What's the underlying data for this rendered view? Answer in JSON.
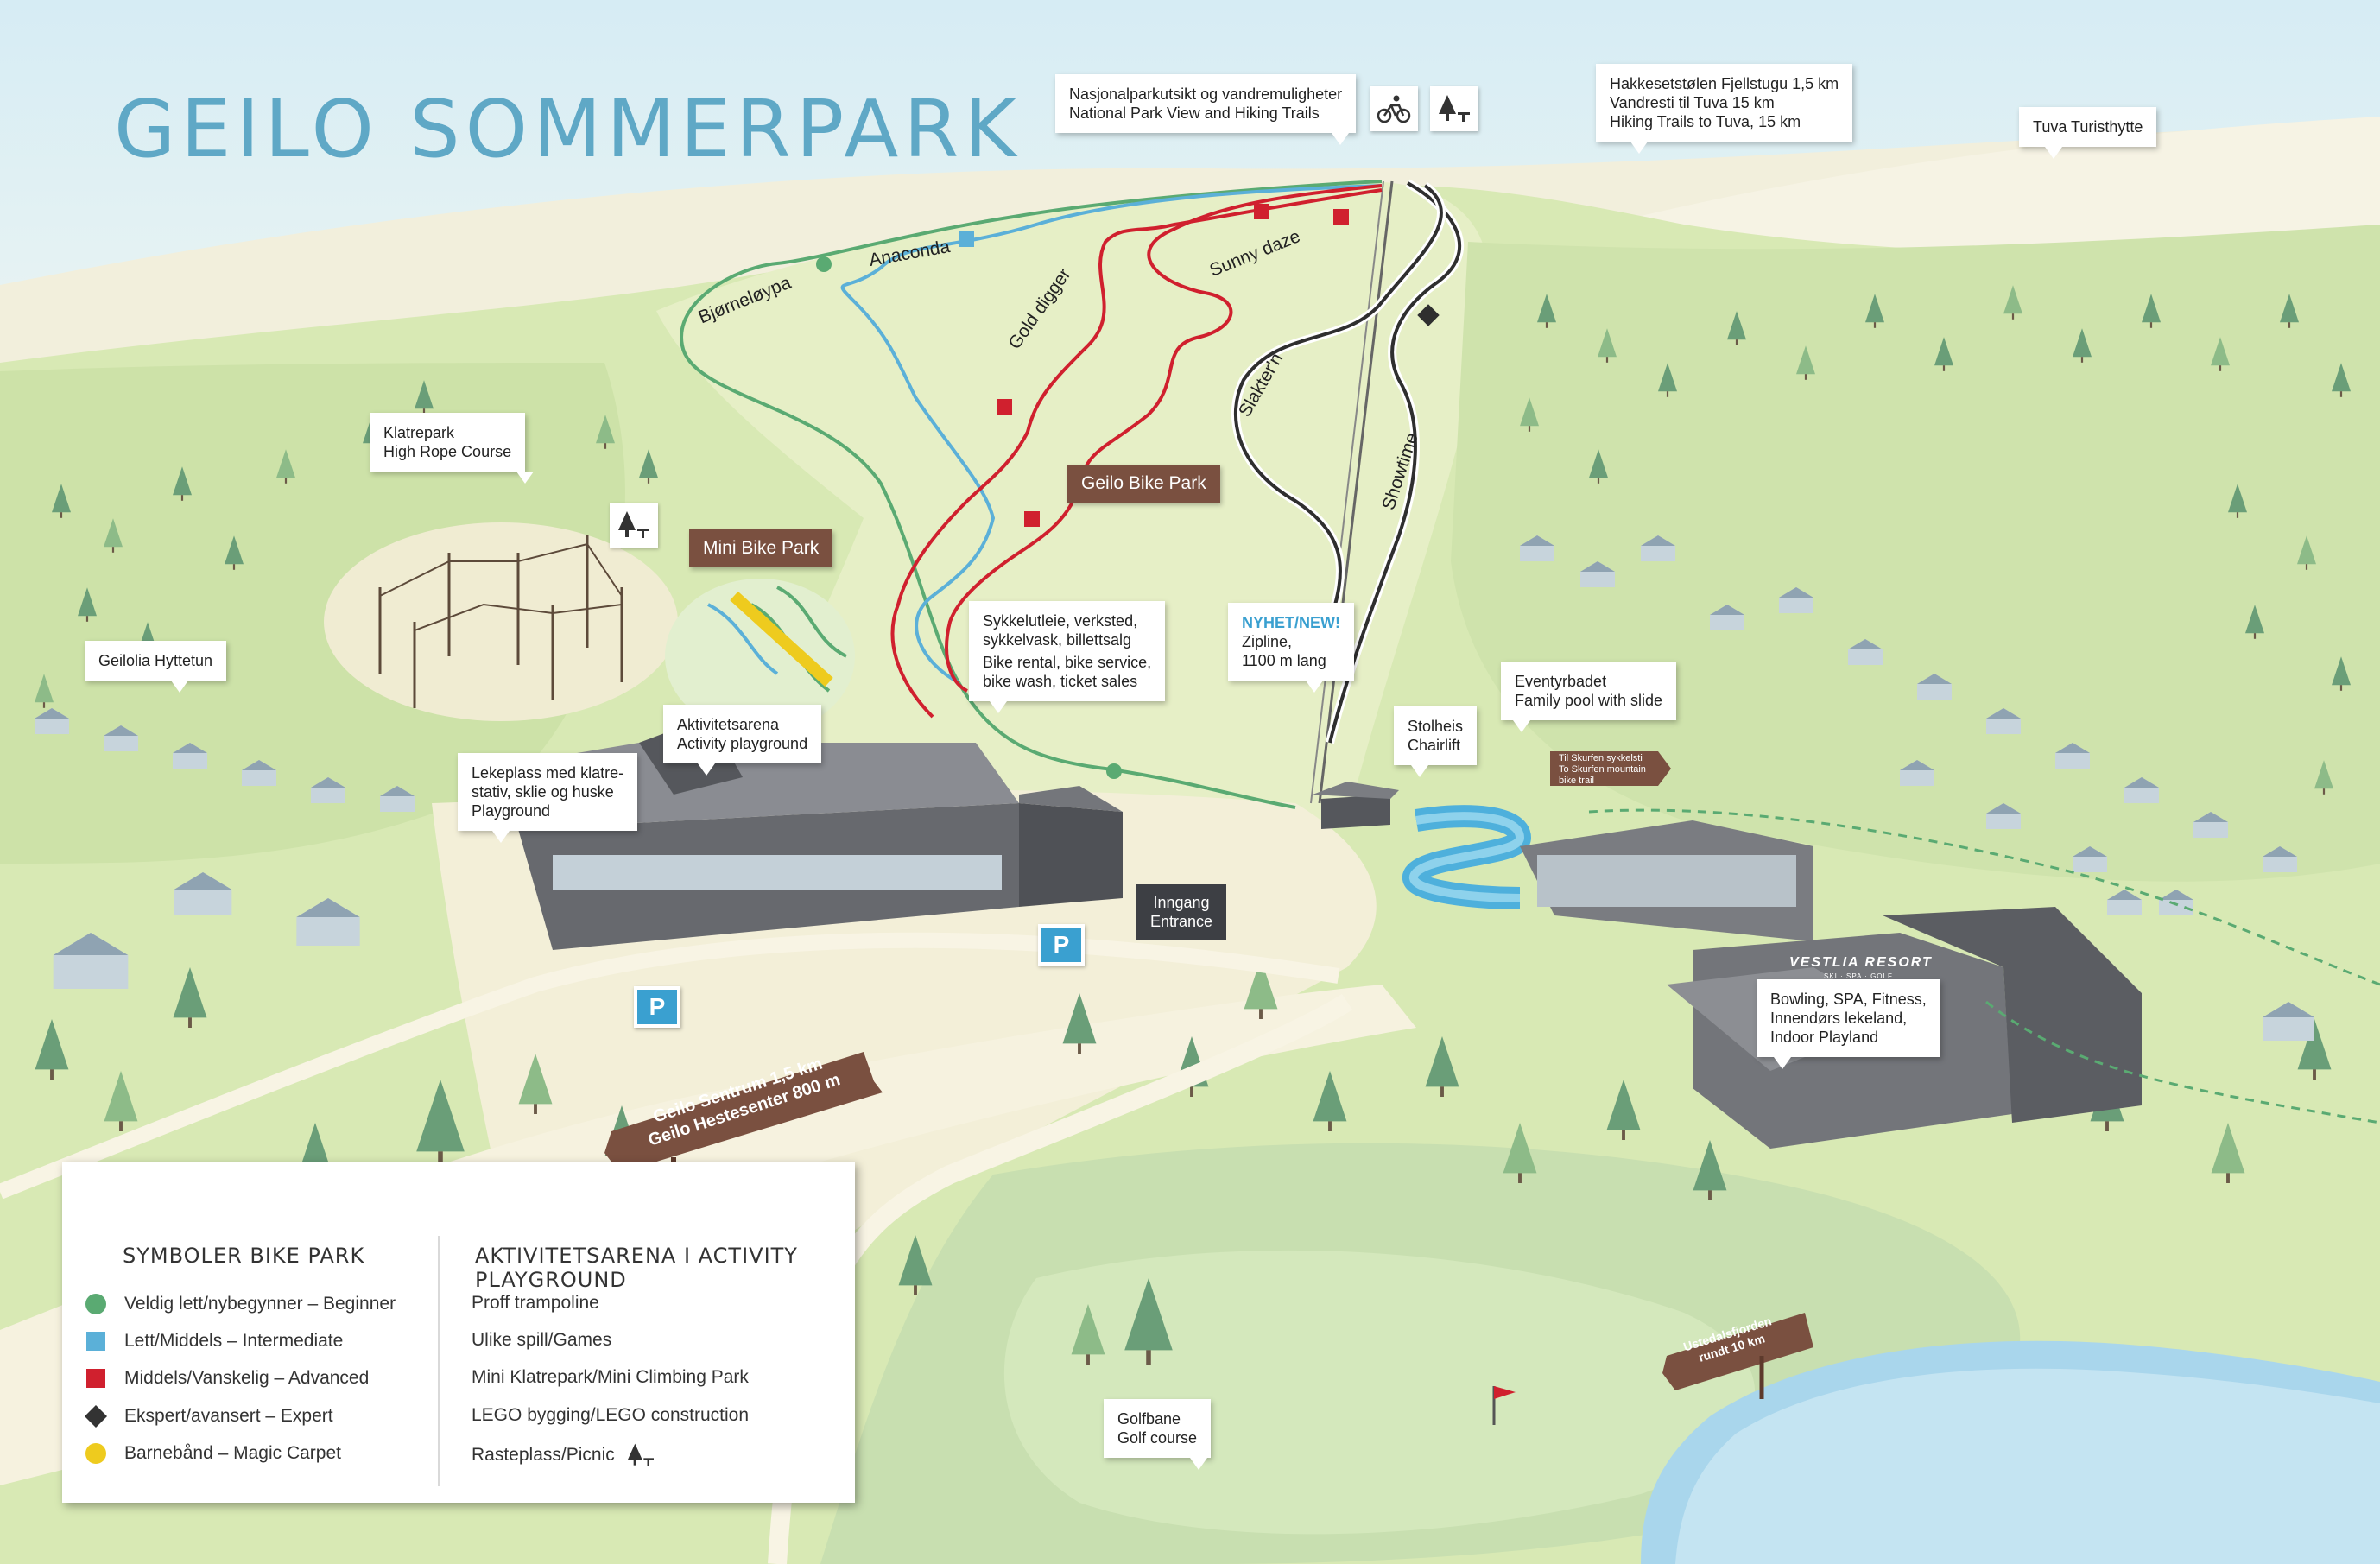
{
  "title": "GEILO SOMMERPARK",
  "callouts": {
    "national_park": [
      "Nasjonalparkutsikt og vandremuligheter",
      "National Park View and Hiking Trails"
    ],
    "hakkesetstolen": [
      "Hakkesetstølen Fjellstugu 1,5 km",
      "Vandresti til Tuva 15 km",
      "Hiking Trails to Tuva, 15 km"
    ],
    "tuva": "Tuva Turisthytte",
    "klatrepark": [
      "Klatrepark",
      "High Rope Course"
    ],
    "geilolia": "Geilolia Hyttetun",
    "bike_rental": [
      "Sykkelutleie, verksted,",
      "sykkelvask, billettsalg",
      "Bike rental, bike service,",
      "bike wash, ticket sales"
    ],
    "aktivitetsarena": [
      "Aktivitetsarena",
      "Activity playground"
    ],
    "lekeplass": [
      "Lekeplass med klatre-",
      "stativ, sklie og huske",
      "Playground"
    ],
    "zipline_new": "NYHET/NEW!",
    "zipline": [
      "Zipline,",
      "1100 m lang"
    ],
    "stolheis": [
      "Stolheis",
      "Chairlift"
    ],
    "eventyrbadet": [
      "Eventyrbadet",
      "Family pool with slide"
    ],
    "bowling": [
      "Bowling, SPA, Fitness,",
      "Innendørs lekeland,",
      "Indoor Playland"
    ],
    "golfbane": [
      "Golfbane",
      "Golf course"
    ]
  },
  "labels": {
    "mini_bike_park": "Mini Bike Park",
    "geilo_bike_park": "Geilo Bike Park",
    "inngang": [
      "Inngang",
      "Entrance"
    ]
  },
  "trails": {
    "bjorneloypa": "Bjørneløypa",
    "anaconda": "Anaconda",
    "gold_digger": "Gold digger",
    "sunny_daze": "Sunny daze",
    "slakterin": "Slakter'n",
    "showtime": "Showtime"
  },
  "signs": {
    "geilo_sentrum": [
      "Geilo Sentrum 1,5 km",
      "Geilo Hestesenter 800 m"
    ],
    "ustedalsfjorden": [
      "Ustedalsfjorden",
      "rundt 10 km"
    ],
    "skurfen": [
      "Til Skurfen sykkelsti",
      "To Skurfen mountain",
      "bike trail"
    ]
  },
  "parking": "P",
  "resort": {
    "name": "VESTLIA RESORT",
    "sub": "SKI · SPA · GOLF"
  },
  "legend": {
    "bike_park_title": "SYMBOLER BIKE PARK",
    "activity_title": "AKTIVITETSARENA I ACTIVITY PLAYGROUND",
    "bike_park_items": [
      {
        "label": "Veldig lett/nybegynner – Beginner",
        "symbol": "circle",
        "color": "#5aaa72"
      },
      {
        "label": "Lett/Middels – Intermediate",
        "symbol": "square",
        "color": "#5bb0d8"
      },
      {
        "label": "Middels/Vanskelig – Advanced",
        "symbol": "square",
        "color": "#d0202e"
      },
      {
        "label": "Ekspert/avansert – Expert",
        "symbol": "diamond",
        "color": "#333333"
      },
      {
        "label": "Barnebånd – Magic Carpet",
        "symbol": "circle",
        "color": "#eecb1e"
      }
    ],
    "activity_items": [
      "Proff trampoline",
      "Ulike spill/Games",
      "Mini Klatrepark/Mini Climbing Park",
      "LEGO bygging/LEGO construction",
      "Rasteplass/Picnic"
    ]
  },
  "colors": {
    "beginner": "#5aaa72",
    "intermediate": "#5bb0d8",
    "advanced": "#d0202e",
    "expert": "#333333",
    "magic_carpet": "#eecb1e",
    "title": "#5fa8c6",
    "brown_label": "#7a5040"
  },
  "icons": [
    "bike-icon",
    "picnic-icon",
    "pool-slide-icon",
    "chairlift-icon",
    "golf-flag-icon"
  ]
}
